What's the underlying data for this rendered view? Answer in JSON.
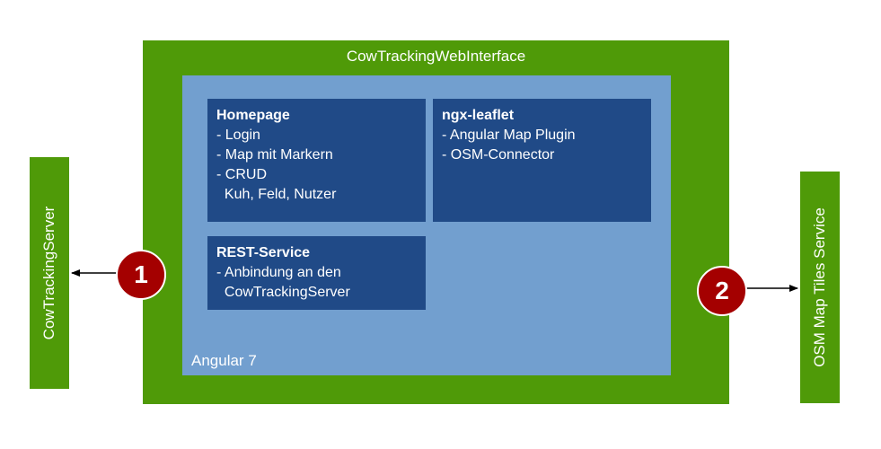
{
  "app_container": {
    "title": "CowTrackingWebInterface",
    "framework_label": "Angular 7"
  },
  "components": {
    "homepage": {
      "title": "Homepage",
      "lines": [
        "- Login",
        "- Map mit Markern",
        "- CRUD",
        "  Kuh, Feld, Nutzer"
      ]
    },
    "ngx_leaflet": {
      "title": "ngx-leaflet",
      "lines": [
        "- Angular Map Plugin",
        "- OSM-Connector"
      ]
    },
    "rest_service": {
      "title": "REST-Service",
      "lines": [
        "- Anbindung an den",
        "  CowTrackingServer"
      ]
    }
  },
  "external": {
    "left": "CowTrackingServer",
    "right": "OSM Map Tiles Service"
  },
  "markers": {
    "one": "1",
    "two": "2"
  },
  "colors": {
    "container_green": "#4f9a08",
    "inner_blue": "#729fcf",
    "component_blue": "#204a87",
    "marker_red": "#a40000",
    "connector": "#000000"
  }
}
